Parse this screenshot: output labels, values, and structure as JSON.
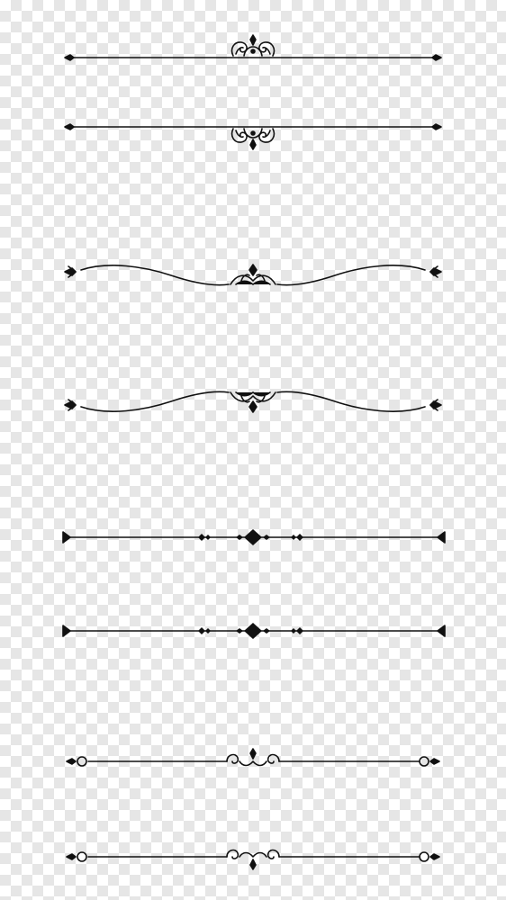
{
  "page": {
    "background": "transparency-checkerboard",
    "checker_light": "#ffffff",
    "checker_dark": "#e6e6e6",
    "ink_color": "#111111"
  },
  "dividers": [
    {
      "style": "straight-line-with-scroll-crest",
      "ornament_icon": "crest-flourish-icon",
      "orientation": "up"
    },
    {
      "style": "straight-line-with-scroll-crest",
      "ornament_icon": "crest-flourish-icon",
      "orientation": "down"
    },
    {
      "style": "curved-swag-line",
      "ornament_icon": "leaf-flourish-icon",
      "orientation": "up"
    },
    {
      "style": "curved-swag-line",
      "ornament_icon": "leaf-flourish-icon",
      "orientation": "down"
    },
    {
      "style": "line-with-diamond-beads",
      "ornament_icon": "diamond-bead-icon",
      "orientation": "up"
    },
    {
      "style": "line-with-diamond-beads",
      "ornament_icon": "diamond-bead-icon",
      "orientation": "down"
    },
    {
      "style": "line-with-curl-scroll",
      "ornament_icon": "curl-scroll-icon",
      "orientation": "up"
    },
    {
      "style": "line-with-curl-scroll",
      "ornament_icon": "curl-scroll-icon",
      "orientation": "down"
    }
  ]
}
